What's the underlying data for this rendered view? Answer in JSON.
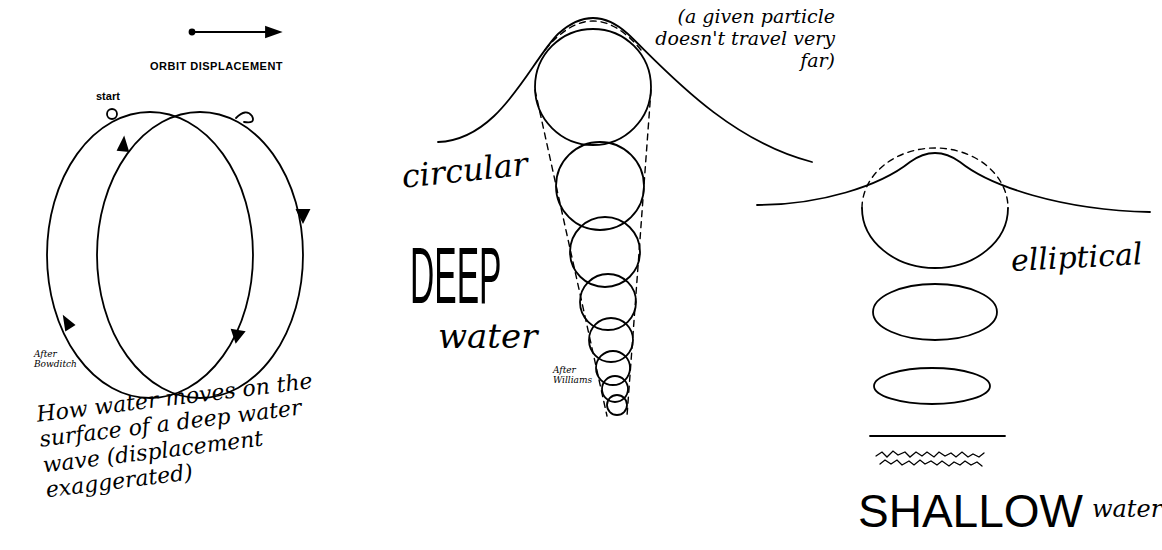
{
  "diagram": {
    "labels": [
      "ORBIT DISPLACEMENT",
      "start",
      "After Bowditch",
      "How water moves on the surface of a deep water wave (displacement exaggerated)",
      "(a given particle doesn't travel very far)",
      "circular",
      "DEEP",
      "water",
      "After Williams",
      "elliptical",
      "SHALLOW",
      "water"
    ]
  }
}
